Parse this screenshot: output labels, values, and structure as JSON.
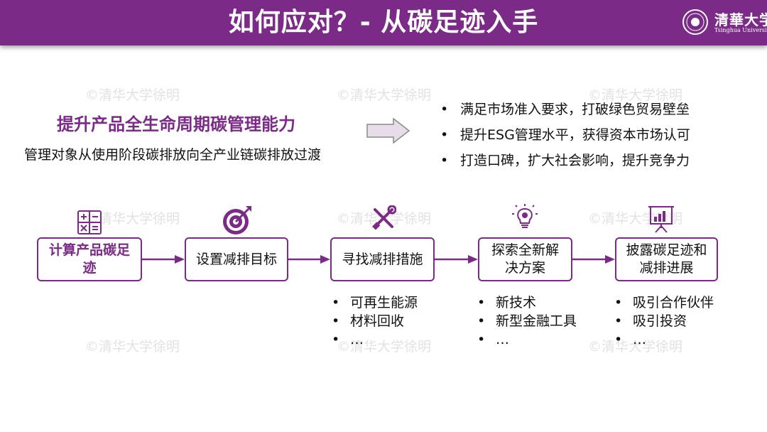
{
  "header": {
    "title": "如何应对？- 从碳足迹入手",
    "logo_cn": "清華大学",
    "logo_en": "Tsinghua University"
  },
  "watermark": "©清华大学徐明",
  "top": {
    "heading": "提升产品全生命周期碳管理能力",
    "subtext": "管理对象从使用阶段碳排放向全产业链碳排放过渡",
    "bullet_char": "•",
    "bullets": [
      "满足市场准入要求，打破绿色贸易壁垒",
      "提升ESG管理水平，获得资本市场认可",
      "打造口碑，扩大社会影响，提升竞争力"
    ]
  },
  "steps": [
    {
      "label": "计算产品碳足迹",
      "icon": "calculator-icon"
    },
    {
      "label": "设置减排目标",
      "icon": "target-icon"
    },
    {
      "label": "寻找减排措施",
      "icon": "tools-icon"
    },
    {
      "label": "探索全新解决方案",
      "icon": "lightbulb-icon"
    },
    {
      "label": "披露碳足迹和减排进展",
      "icon": "presentation-chart-icon"
    }
  ],
  "step_details": {
    "measures": [
      "可再生能源",
      "材料回收",
      "…"
    ],
    "solutions": [
      "新技术",
      "新型金融工具",
      "…"
    ],
    "disclosure": [
      "吸引合作伙伴",
      "吸引投资",
      "…"
    ]
  },
  "colors": {
    "brand_purple": "#7b2a87",
    "arrow_fill": "#e6dde9"
  }
}
